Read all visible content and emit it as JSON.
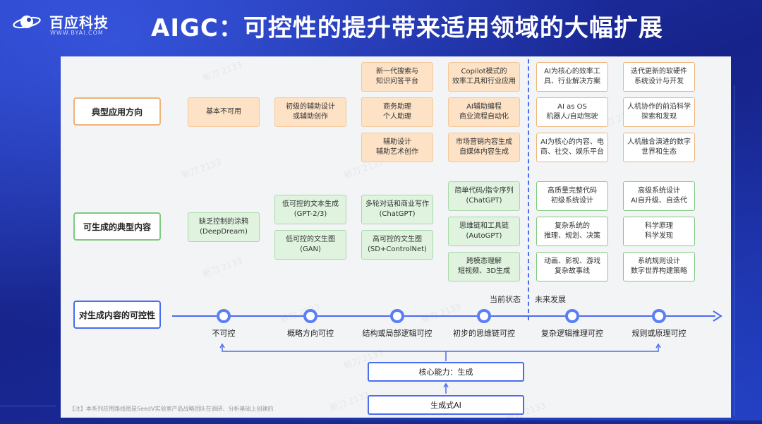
{
  "brand": {
    "name": "百应科技",
    "sub": "WWW.BYAI.COM"
  },
  "title": "AIGC：可控性的提升带来适用领域的大幅扩展",
  "rows": {
    "apps": "典型应用方向",
    "content": "可生成的典型内容",
    "control": "对生成内容的可控性"
  },
  "apps": {
    "c1": "基本不可用",
    "c2": "初级的辅助设计\n或辅助创作",
    "c3": [
      "新一代搜索与\n知识问答平台",
      "商务助理\n个人助理",
      "辅助设计\n辅助艺术创作"
    ],
    "c4": [
      "Copilot模式的\n效率工具和行业应用",
      "AI辅助编程\n商业流程自动化",
      "市场营销内容生成\n自媒体内容生成"
    ],
    "c5": [
      "AI为核心的效率工\n具、行业解决方案",
      "AI as OS\n机器人/自动驾驶",
      "AI为核心的内容、电\n商、社交、娱乐平台"
    ],
    "c6": [
      "迭代更新的软硬件\n系统设计与开发",
      "人机协作的前沿科学\n探索和发现",
      "人机融合演进的数字\n世界和生态"
    ]
  },
  "content": {
    "c1": "缺乏控制的涂鸦\n(DeepDream)",
    "c2": [
      "低可控的文本生成\n(GPT-2/3)",
      "低可控的文生图\n(GAN)"
    ],
    "c3": [
      "多轮对话和商业写作\n(ChatGPT)",
      "高可控的文生图\n(SD+ControlNet)"
    ],
    "c4": [
      "简单代码/指令序列\n(ChatGPT)",
      "思维链和工具链\n(AutoGPT)",
      "跨模态理解\n短视频、3D生成"
    ],
    "c5": [
      "高质量完整代码\n初级系统设计",
      "复杂系统的\n推理、规划、决策",
      "动画、影视、游戏\n复杂故事线"
    ],
    "c6": [
      "高级系统设计\nAI自升级、自迭代",
      "科学原理\n科学发现",
      "系统规则设计\n数字世界构建策略"
    ]
  },
  "states": {
    "current": "当前状态",
    "future": "未来发展"
  },
  "control_levels": [
    "不可控",
    "概略方向可控",
    "结构或局部逻辑可控",
    "初步的思维链可控",
    "复杂逻辑推理可控",
    "规则或原理可控"
  ],
  "core": {
    "capability": "核心能力：生成",
    "genai": "生成式AI"
  },
  "footnote": "【注】本系列应用路线图是SeedV实验室产品战略团队在调研、分析基础上创建的",
  "watermark": "新刀 2133",
  "colors": {
    "orange_fill": "#fde2c6",
    "green_fill": "#dff3df",
    "accent_blue": "#4a6cf0"
  }
}
